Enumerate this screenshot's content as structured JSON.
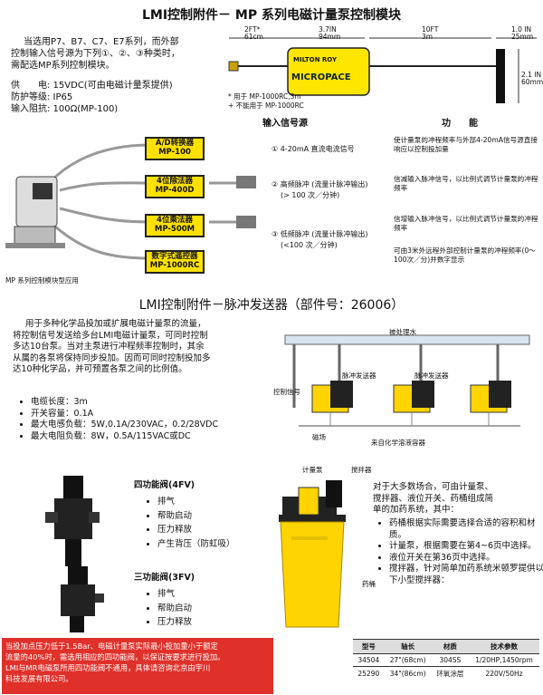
{
  "section1": {
    "title": "LMI控制附件－ MP 系列电磁计量泵控制模块",
    "intro": [
      "当选用P7、B7、C7、E7系列，而外部",
      "控制输入信号源为下列①、②、③种类时，",
      "需配选MP系列控制模块。"
    ],
    "specs": [
      "供　　电: 15VDC(可由电磁计量泵提供)",
      "防护等级: IP65",
      "输入阻抗: 100Ω(MP-100)"
    ],
    "dim": {
      "d1": "2FT*",
      "d1b": "61cm",
      "d2": "3.7IN",
      "d2b": "94mm",
      "d3": "10FT",
      "d3b": "3m",
      "d4": "1.0 IN",
      "d4b": "25mm",
      "d5": "2.1 IN",
      "d5b": "60mm"
    },
    "brand": "MILTON ROY",
    "product": "MICROPACE",
    "notes": [
      "* 用于 MP-1000RC,3m",
      "+ 不能用于 MP-1000RC"
    ],
    "col_input": "输入信号源",
    "col_func": "功　　能",
    "modules": [
      {
        "name": "A/D转换器",
        "model": "MP-100",
        "signal": "① 4-20mA 直流电流信号",
        "func": "使计量泵的冲程频率与外部4-20mA信号源直接响应以控制投加量"
      },
      {
        "name": "4位除法器",
        "model": "MP-400D",
        "signal": "② 高频脉冲 (流量计脉冲输出)",
        "signal2": "(> 100 次／分钟)",
        "func": "信减输入脉冲信号，以比例式调节计量泵的冲程频率"
      },
      {
        "name": "4位乘法器",
        "model": "MP-500M",
        "signal": "③ 低频脉冲 (流量计脉冲输出)",
        "signal2": "(<100 次／分钟)",
        "func": "信增输入脉冲信号，以比例式调节计量泵的冲程频率"
      },
      {
        "name": "数字式遥控器",
        "model": "MP-1000RC",
        "signal": "",
        "func": "可由3米外远程外部控制计量泵的冲程频率(0～100次／分)并数字显示"
      }
    ],
    "caption": "MP 系列控制模块型应用"
  },
  "section2": {
    "title": "LMI控制附件－脉冲发送器（部件号：26006）",
    "body": [
      "用于多种化学品投加或扩展电磁计量泵的流量，",
      "将控制信号发送给多台LMI电磁计量泵，可同时控制",
      "多达10台泵。当对主泵进行冲程频率控制时，其余",
      "从属的各泵将保持同步投加。因而可同时控制投加多",
      "达10种化学品，并可预置各泵之间的比例值。"
    ],
    "bullets": [
      "电缆长度：3m",
      "开关容量：0.1A",
      "最大电感负载：5W,0.1A/230VAC，0.2/28VDC",
      "最大电阻负载：8W，0.5A/115VAC或DC"
    ],
    "diagram": {
      "water": "被处理水",
      "signal": "控制信号",
      "sender": "脉冲发送器",
      "sender2": "脉冲发送器",
      "magnet": "磁场",
      "tank": "来自化学溶液容器"
    }
  },
  "section3": {
    "valve4": "四功能阀(4FV)",
    "valve4_items": [
      "排气",
      "帮助启动",
      "压力释放",
      "产生背压（防虹吸）"
    ],
    "valve3": "三功能阀(3FV)",
    "valve3_items": [
      "排气",
      "帮助启动",
      "压力释放"
    ],
    "warning": [
      "当投加点压力低于1.5Bar、电磁计量泵实际最小投加量小于额定",
      "流量的40%时，需选用相应的四功能阀，以保证按要求进行投加。",
      "LMI与MR电磁泵所用四功能阀不通用，具体请咨询北京由宇川",
      "科技发展有限公司。"
    ],
    "tank_labels": {
      "pump": "计量泵",
      "mixer": "搅拌器",
      "tank": "药桶"
    },
    "tank_text": [
      "对于大多数场合，可由计量泵、",
      "搅拌器、液位开关、药桶组成简",
      "单的加药系统，其中："
    ],
    "tank_bullets": [
      "药桶根据实际需要选择合适的容积和材质。",
      "计量泵，根据需要在第4~6页中选择。",
      "液位开关在第36页中选择。",
      "搅拌器，针对简单加药系统米顿罗提供以下小型搅拌器："
    ],
    "table": {
      "headers": [
        "型号",
        "轴长",
        "材质",
        "技术参数"
      ],
      "rows": [
        [
          "34504",
          "27\"(68cm)",
          "304SS",
          "1/20HP,1450rpm"
        ],
        [
          "25290",
          "34\"(86cm)",
          "环氧涂层",
          "220V/50Hz"
        ]
      ]
    }
  }
}
